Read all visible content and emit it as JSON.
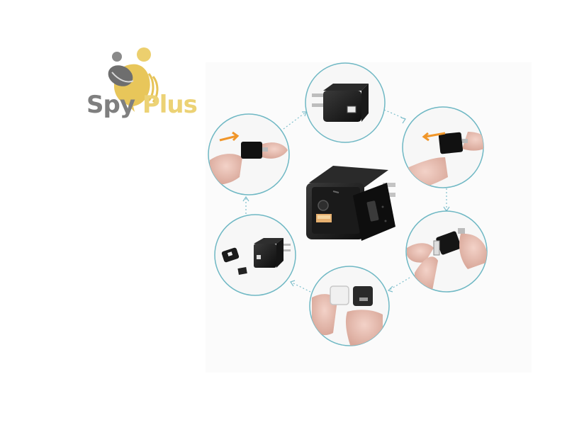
{
  "logo": {
    "word1": "Spy",
    "word2": "Plus",
    "colors": {
      "spy": "#7f7f7f",
      "plus": "#ecd275",
      "bee_body": "#e8c65a",
      "bee_head": "#6e6e6e"
    }
  },
  "diagram": {
    "ring_color": "#6fb8c4",
    "arrow_color": "#7fbfcc",
    "highlight_arrow_color": "#f0962a",
    "center_item": "black-usb-charger-camera-with-open-cover",
    "steps": [
      {
        "position": "top",
        "description": "usb-charger-front"
      },
      {
        "position": "upper-right",
        "description": "fingers-sliding-cover-left",
        "arrow": "left"
      },
      {
        "position": "lower-right",
        "description": "fingers-removing-cover"
      },
      {
        "position": "bottom",
        "description": "hands-holding-cover-and-cube"
      },
      {
        "position": "lower-left",
        "description": "charger-cover-and-microsd-card"
      },
      {
        "position": "upper-left",
        "description": "fingers-sliding-cover-right",
        "arrow": "right"
      }
    ]
  }
}
